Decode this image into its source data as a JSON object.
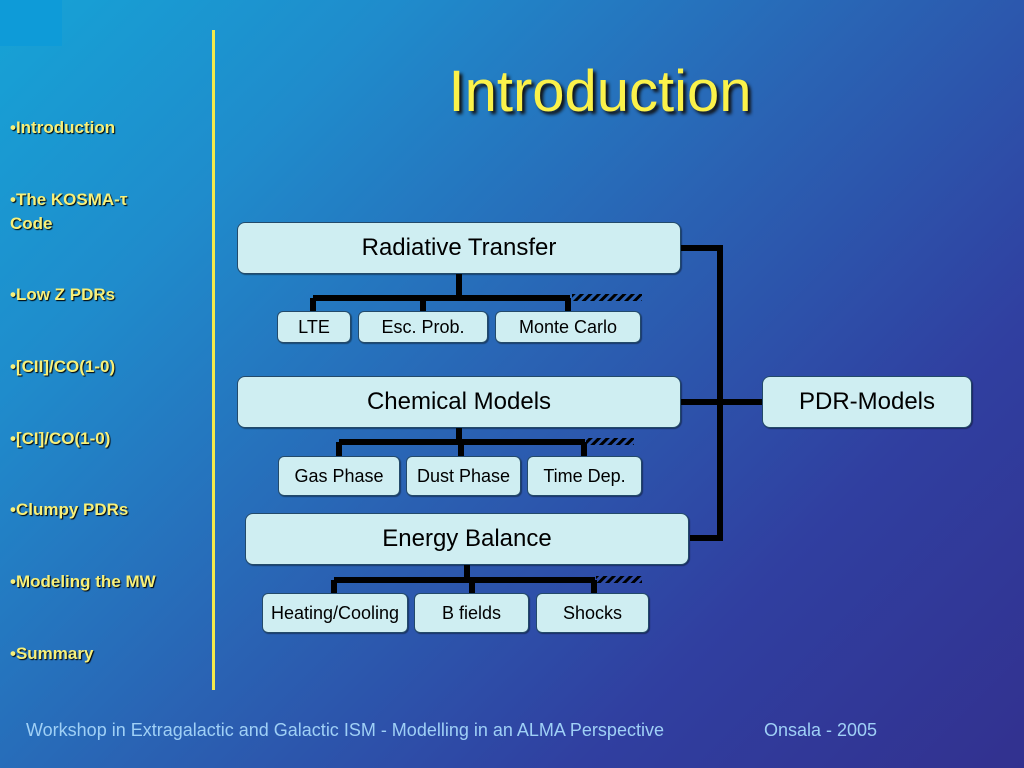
{
  "slide": {
    "title": "Introduction",
    "footer": {
      "left": "Workshop in Extragalactic and Galactic ISM - Modelling in an ALMA Perspective",
      "right": "Onsala - 2005"
    }
  },
  "nav": {
    "bullet": "•",
    "items": [
      "Introduction",
      "The KOSMA-τ Code",
      "Low Z PDRs",
      "[CII]/CO(1-0)",
      "[CI]/CO(1-0)",
      "Clumpy PDRs",
      "Modeling the MW",
      "Summary"
    ]
  },
  "diagram": {
    "root": "PDR-Models",
    "groups": [
      {
        "label": "Radiative Transfer",
        "children": [
          "LTE",
          "Esc. Prob.",
          "Monte Carlo"
        ]
      },
      {
        "label": "Chemical Models",
        "children": [
          "Gas Phase",
          "Dust Phase",
          "Time Dep."
        ]
      },
      {
        "label": "Energy Balance",
        "children": [
          "Heating/Cooling",
          "B fields",
          "Shocks"
        ]
      }
    ]
  },
  "colors": {
    "accent_yellow": "#fbf24a",
    "box_fill": "#cfeef2",
    "footer_text": "#9fd0f6"
  }
}
